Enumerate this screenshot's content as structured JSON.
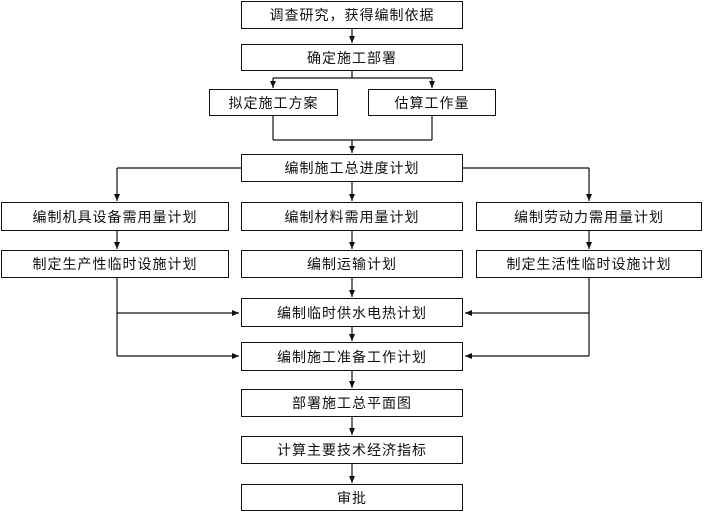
{
  "steps": {
    "research": "调查研究，获得编制依据",
    "deployment": "确定施工部署",
    "plan": "拟定施工方案",
    "estimate": "估算工作量",
    "schedule": "编制施工总进度计划",
    "machinery": "编制机具设备需用量计划",
    "materials": "编制材料需用量计划",
    "labor": "编制劳动力需用量计划",
    "temp_facilities": "制定生产性临时设施计划",
    "transport": "编制运输计划",
    "living_facilities": "制定生活性临时设施计划",
    "utilities": "编制临时供水电热计划",
    "preparation": "编制施工准备工作计划",
    "site_plan": "部署施工总平面图",
    "indicators": "计算主要技术经济指标",
    "approval": "审批"
  }
}
